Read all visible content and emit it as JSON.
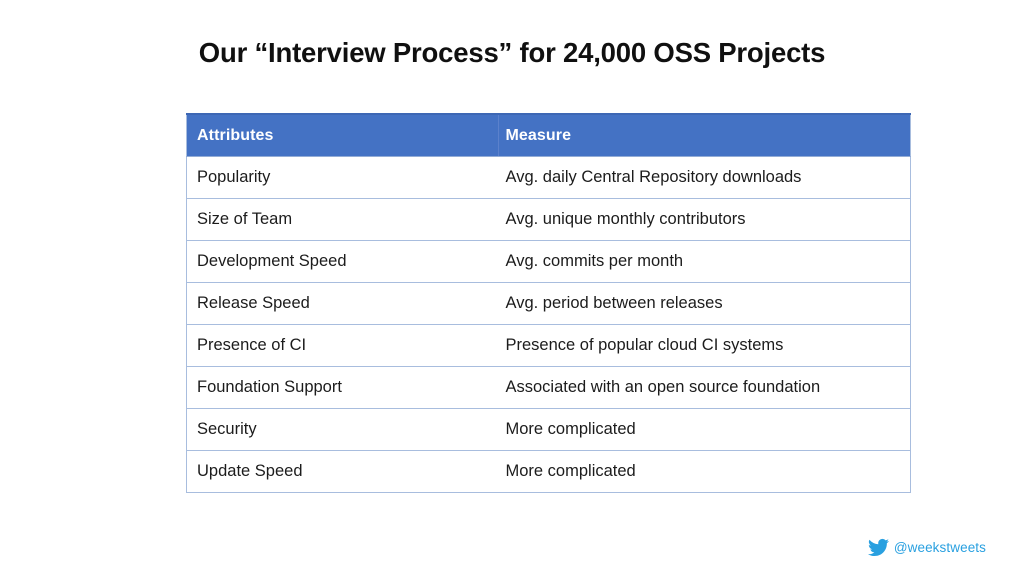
{
  "slide": {
    "title": "Our “Interview Process” for 24,000 OSS Projects"
  },
  "table": {
    "columns": [
      "Attributes",
      "Measure"
    ],
    "rows": [
      {
        "attribute": "Popularity",
        "measure": "Avg. daily Central Repository downloads"
      },
      {
        "attribute": "Size of Team",
        "measure": "Avg. unique monthly contributors"
      },
      {
        "attribute": "Development Speed",
        "measure": "Avg. commits per month"
      },
      {
        "attribute": "Release Speed",
        "measure": "Avg. period between releases"
      },
      {
        "attribute": "Presence of CI",
        "measure": "Presence of popular cloud CI systems"
      },
      {
        "attribute": "Foundation Support",
        "measure": "Associated with an open source foundation"
      },
      {
        "attribute": "Security",
        "measure": "More complicated"
      },
      {
        "attribute": "Update Speed",
        "measure": "More complicated"
      }
    ]
  },
  "footer": {
    "icon": "twitter-bird-icon",
    "handle": "@weekstweets"
  },
  "colors": {
    "header_background": "#4472C4",
    "header_text": "#FFFFFF",
    "row_border": "#A8BDDE",
    "body_text": "#1C1C1C",
    "title_text": "#101010",
    "slide_background": "#FFFFFF",
    "twitter_blue": "#29A0E0"
  }
}
